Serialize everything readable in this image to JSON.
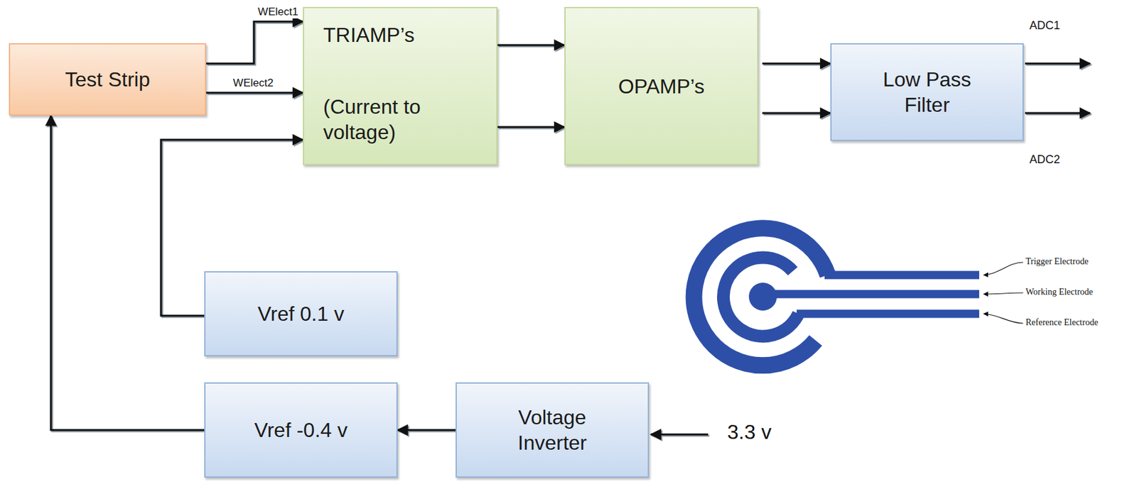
{
  "diagram": {
    "nodes": [
      {
        "text": [
          "Test Strip"
        ]
      },
      {
        "text": [
          "TRIAMP’s",
          "(Current to voltage)"
        ]
      },
      {
        "text": [
          "OPAMP’s"
        ]
      },
      {
        "text": [
          "Low Pass Filter"
        ]
      },
      {
        "text": [
          "Vref 0.1 v"
        ]
      },
      {
        "text": [
          "Vref -0.4 v"
        ]
      },
      {
        "text": [
          "Voltage Inverter"
        ]
      }
    ],
    "edges": [
      {
        "from": 0,
        "to": 1,
        "label": "WElect1",
        "arrow": "to"
      },
      {
        "from": 0,
        "to": 1,
        "label": "WElect2",
        "arrow": "to"
      },
      {
        "from": 1,
        "to": 2,
        "arrow": "to"
      },
      {
        "from": 1,
        "to": 2,
        "arrow": "to"
      },
      {
        "from": 2,
        "to": 3,
        "arrow": "to"
      },
      {
        "from": 2,
        "to": 3,
        "arrow": "to"
      },
      {
        "from": 4,
        "to": 1,
        "arrow": "to"
      },
      {
        "from": 5,
        "to": 0,
        "arrow": "to"
      },
      {
        "from": 6,
        "to": 5,
        "arrow": "to"
      }
    ],
    "labels": [
      "ADC1",
      "ADC2",
      "3.3 v",
      "Trigger Electrode",
      "Working Electrode",
      "Reference Electrode"
    ]
  }
}
